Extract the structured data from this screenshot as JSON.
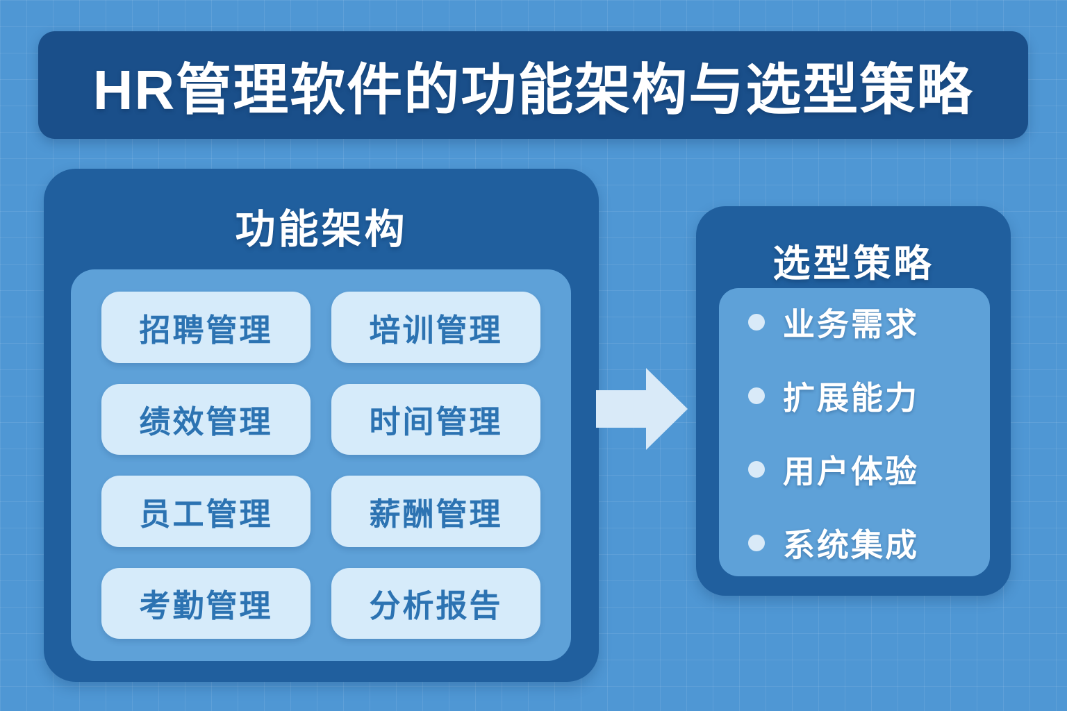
{
  "title": "HR管理软件的功能架构与选型策略",
  "colors": {
    "background": "#4f97d4",
    "banner": "#1a4f8a",
    "panel_dark": "#205f9e",
    "panel_inner": "#5ea1d8",
    "feature_box": "#d6ebfa",
    "feature_text": "#2c73b2",
    "arrow": "#d9eaf8",
    "text_light": "#ffffff"
  },
  "left_panel": {
    "title": "功能架构",
    "boxes": [
      "招聘管理",
      "培训管理",
      "绩效管理",
      "时间管理",
      "员工管理",
      "薪酬管理",
      "考勤管理",
      "分析报告"
    ]
  },
  "arrow": {
    "direction": "right"
  },
  "right_panel": {
    "title": "选型策略",
    "bullets": [
      "业务需求",
      "扩展能力",
      "用户体验",
      "系统集成"
    ]
  }
}
